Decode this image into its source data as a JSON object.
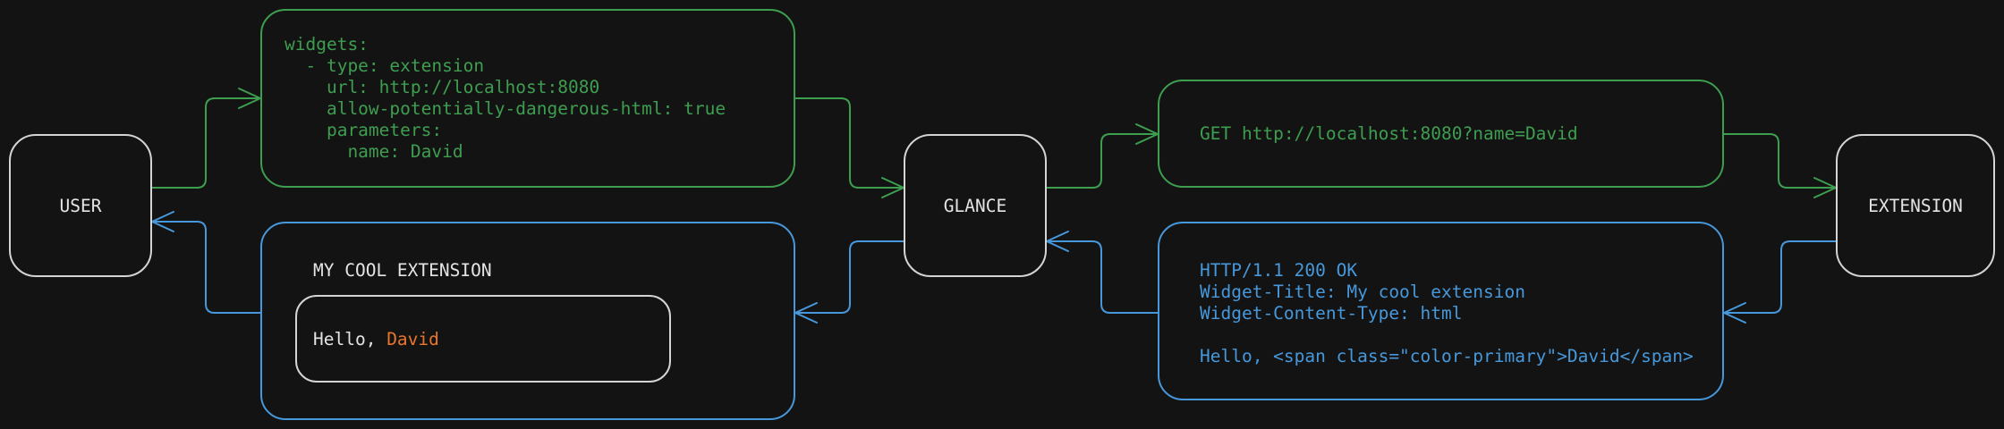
{
  "canvas": {
    "background": "#131313"
  },
  "colors": {
    "green": "#3e9e50",
    "blue": "#4798db",
    "orange": "#e8762d",
    "node_border": "#d4d4d4",
    "text": "#e4e4e4"
  },
  "nodes": {
    "user": {
      "label": "USER"
    },
    "glance": {
      "label": "GLANCE"
    },
    "extension": {
      "label": "EXTENSION"
    }
  },
  "config_box": {
    "lines": [
      "widgets:",
      "  - type: extension",
      "    url: http://localhost:8080",
      "    allow-potentially-dangerous-html: true",
      "    parameters:",
      "      name: David"
    ]
  },
  "request_box": {
    "text": "GET http://localhost:8080?name=David"
  },
  "response_box": {
    "lines": [
      "HTTP/1.1 200 OK",
      "Widget-Title: My cool extension",
      "Widget-Content-Type: html",
      "",
      "Hello, <span class=\"color-primary\">David</span>"
    ]
  },
  "widget_box": {
    "title": "MY COOL EXTENSION",
    "greeting_prefix": "Hello, ",
    "greeting_name": "David"
  },
  "flows": [
    {
      "from": "user",
      "to": "config_box",
      "color": "green"
    },
    {
      "from": "config_box",
      "to": "glance",
      "color": "green"
    },
    {
      "from": "glance",
      "to": "request_box",
      "color": "green"
    },
    {
      "from": "request_box",
      "to": "extension",
      "color": "green"
    },
    {
      "from": "extension",
      "to": "response_box",
      "color": "blue"
    },
    {
      "from": "response_box",
      "to": "glance",
      "color": "blue"
    },
    {
      "from": "glance",
      "to": "widget_box",
      "color": "blue"
    },
    {
      "from": "widget_box",
      "to": "user",
      "color": "blue"
    }
  ]
}
